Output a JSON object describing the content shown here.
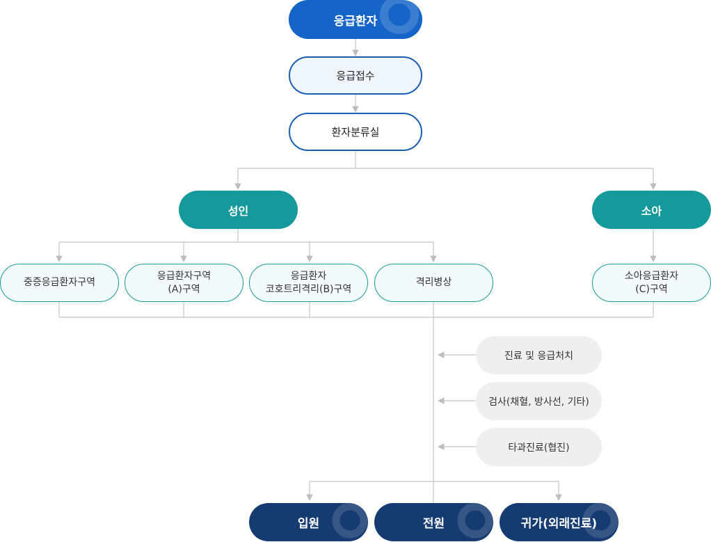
{
  "nodes": {
    "emergency_patient": "응급환자",
    "reception": "응급접수",
    "triage": "환자분류실",
    "adult": "성인",
    "pediatric": "소아",
    "severe_zone": "중증응급환자구역",
    "zone_a": "응급환자구역\n(A)구역",
    "zone_b": "응급환자\n코호트리격리(B)구역",
    "isolation": "격리병상",
    "zone_c": "소아응급환자\n(C)구역",
    "treatment": "진료 및 응급처치",
    "tests": "검사(채혈, 방사선, 기타)",
    "consult": "타과진료(협진)",
    "admission": "입원",
    "transfer": "전원",
    "discharge": "귀가(외래진료)"
  },
  "colors": {
    "primary_blue": "#1565c9",
    "step_border": "#1a5db3",
    "teal": "#15999b",
    "navy": "#163b72",
    "connector": "#bdbdbd",
    "gray_box": "#efefef"
  }
}
